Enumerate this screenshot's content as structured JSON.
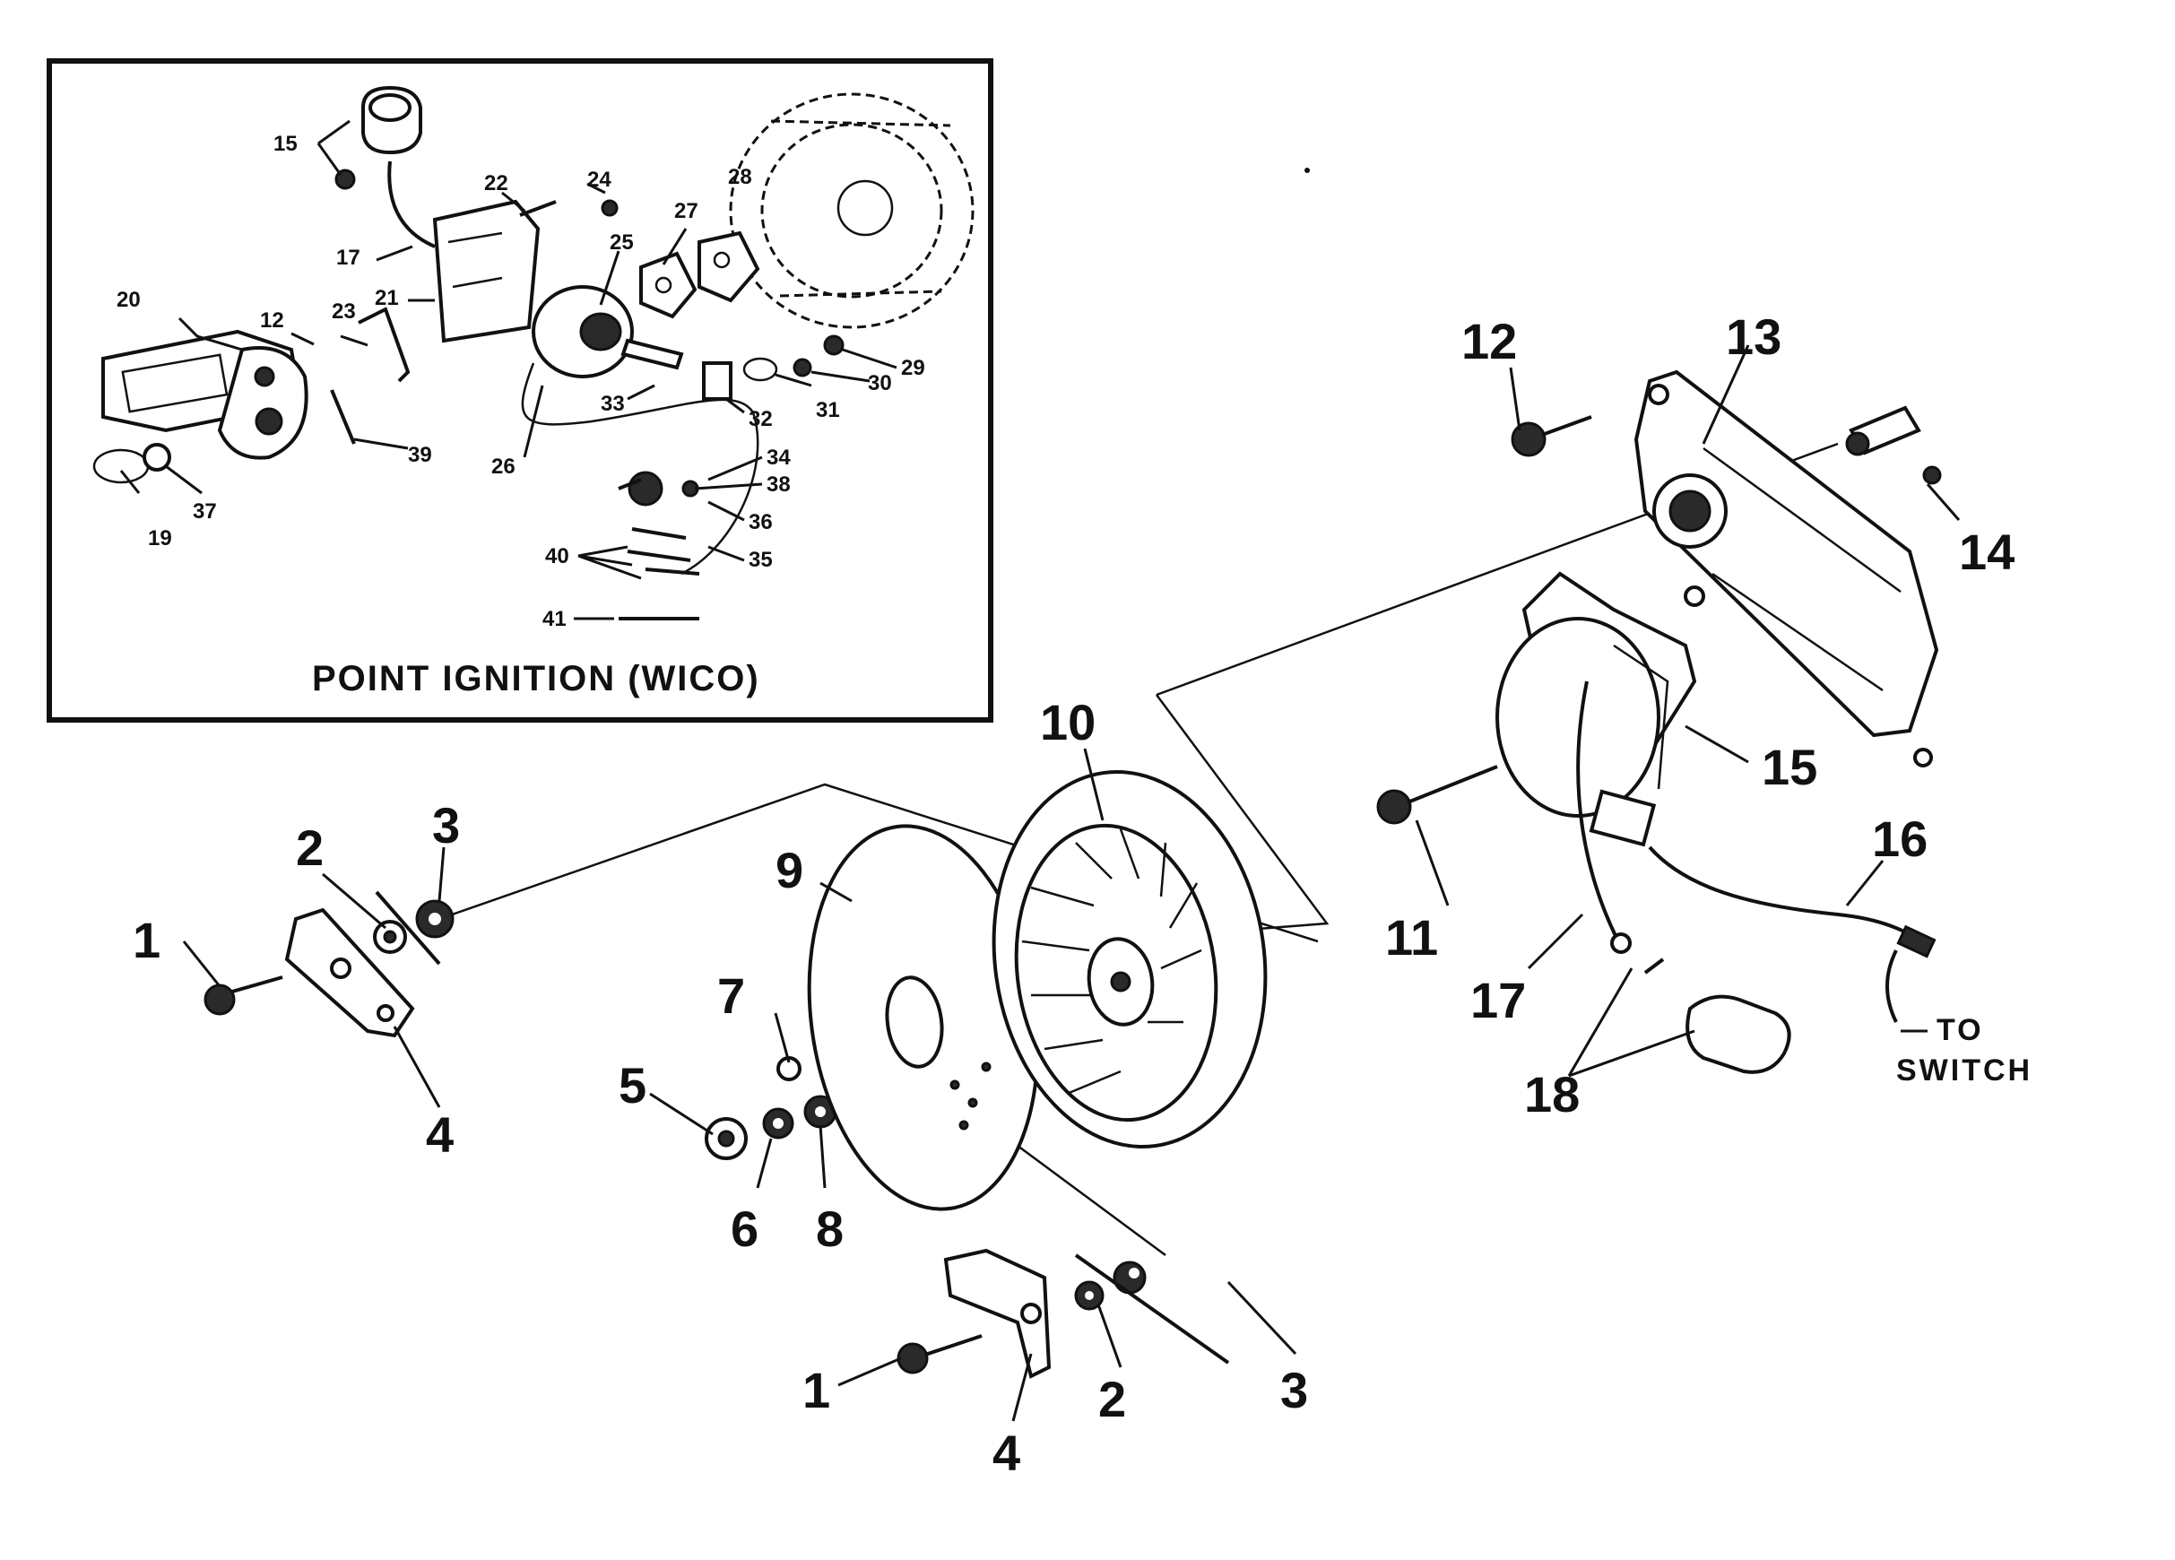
{
  "inset": {
    "title": "POINT IGNITION (WICO)",
    "labels": {
      "l12": "12",
      "l15": "15",
      "l17": "17",
      "l19": "19",
      "l20": "20",
      "l21": "21",
      "l22": "22",
      "l23": "23",
      "l24": "24",
      "l25": "25",
      "l26": "26",
      "l27": "27",
      "l28": "28",
      "l29": "29",
      "l30": "30",
      "l31": "31",
      "l32": "32",
      "l33": "33",
      "l34": "34",
      "l35": "35",
      "l36": "36",
      "l37": "37",
      "l38": "38",
      "l39": "39",
      "l40": "40",
      "l41": "41"
    }
  },
  "main": {
    "labels": {
      "l1a": "1",
      "l2a": "2",
      "l3a": "3",
      "l4a": "4",
      "l5": "5",
      "l6": "6",
      "l7": "7",
      "l8": "8",
      "l9": "9",
      "l10": "10",
      "l1b": "1",
      "l2b": "2",
      "l3b": "3",
      "l4b": "4",
      "l11": "11",
      "l12": "12",
      "l13": "13",
      "l14": "14",
      "l15": "15",
      "l16": "16",
      "l17": "17",
      "l18": "18"
    },
    "note_line1": "TO",
    "note_line2": "SWITCH"
  }
}
